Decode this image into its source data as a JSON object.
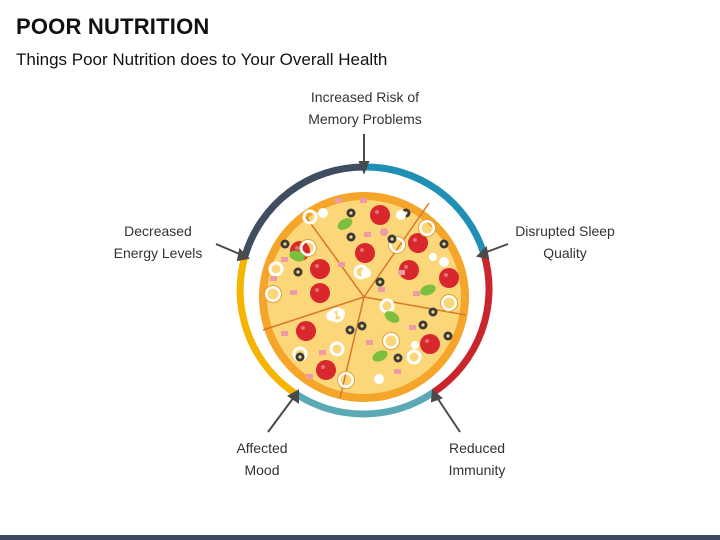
{
  "title": "POOR NUTRITION",
  "subtitle": "Things Poor Nutrition does to Your Overall Health",
  "labels": {
    "top": "Increased Risk of\nMemory Problems",
    "right": "Disrupted Sleep\nQuality",
    "left": "Decreased\nEnergy Levels",
    "bottom_left": "Affected\nMood",
    "bottom_right": "Reduced\nImmunity"
  },
  "colors": {
    "ring_top_left": "#3f4d60",
    "ring_top_right": "#1f8fb3",
    "ring_right": "#c9262c",
    "ring_bottom": "#5aa9b5",
    "ring_left": "#f4b400",
    "crust": "#f4a52a",
    "cheese": "#fbd77a",
    "pepperoni": "#d9272e",
    "olive": "#3a3a3a",
    "basil": "#7cbf3c",
    "ham": "#ef9aa6"
  }
}
